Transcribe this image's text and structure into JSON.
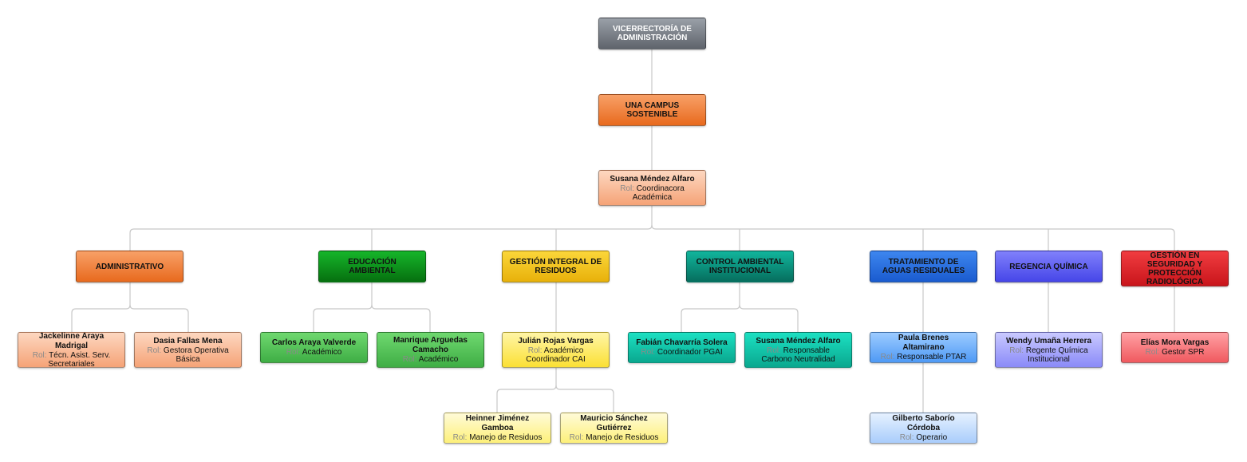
{
  "root": {
    "label": "VICERRECTORÍA DE ADMINISTRACIÓN"
  },
  "program": {
    "label": "UNA CAMPUS SOSTENIBLE"
  },
  "coordinator": {
    "name": "Susana Méndez Alfaro",
    "role_key": "Rol:",
    "role": "Coordinacora Académica"
  },
  "departments": [
    {
      "label": "ADMINISTRATIVO",
      "color": "#f07a34"
    },
    {
      "label": "EDUCACIÓN AMBIENTAL",
      "color": "#0f9a1c"
    },
    {
      "label": "GESTIÓN INTEGRAL DE RESIDUOS",
      "color": "#f2c418"
    },
    {
      "label": "CONTROL AMBIENTAL INSTITUCIONAL",
      "color": "#0a9b84"
    },
    {
      "label": "TRATAMIENTO DE AGUAS RESIDUALES",
      "color": "#2a72e0"
    },
    {
      "label": "REGENCIA QUÍMICA",
      "color": "#5b5cf0"
    },
    {
      "label": "GESTIÓN EN SEGURIDAD Y PROTECCIÓN RADIOLÓGICA",
      "color": "#e0262c"
    }
  ],
  "people": [
    {
      "name": "Jackelinne Araya Madrigal",
      "role_key": "Rol:",
      "role": "Técn. Asist. Serv. Secretariales"
    },
    {
      "name": "Dasia Fallas Mena",
      "role_key": "Rol:",
      "role": "Gestora Operativa Básica"
    },
    {
      "name": "Carlos Araya Valverde",
      "role_key": "Rol:",
      "role": "Académico"
    },
    {
      "name": "Manrique Arguedas Camacho",
      "role_key": "Rol:",
      "role": "Académico"
    },
    {
      "name": "Julián Rojas Vargas",
      "role_key": "Rol:",
      "role": "Académico Coordinador CAI"
    },
    {
      "name": "Fabián Chavarría Solera",
      "role_key": "Rol:",
      "role": "Coordinador PGAI"
    },
    {
      "name": "Susana Méndez Alfaro",
      "role_key": "Rol:",
      "role": "Responsable Carbono Neutralidad"
    },
    {
      "name": "Paula Brenes Altamirano",
      "role_key": "Rol:",
      "role": "Responsable PTAR"
    },
    {
      "name": "Wendy Umaña Herrera",
      "role_key": "Rol:",
      "role": "Regente Química Institucional"
    },
    {
      "name": "Elías Mora Vargas",
      "role_key": "Rol:",
      "role": "Gestor SPR"
    },
    {
      "name": "Heinner Jiménez Gamboa",
      "role_key": "Rol:",
      "role": "Manejo de Residuos"
    },
    {
      "name": "Mauricio Sánchez Gutiérrez",
      "role_key": "Rol:",
      "role": "Manejo de Residuos"
    },
    {
      "name": "Gilberto Saborío Córdoba",
      "role_key": "Rol:",
      "role": "Operario"
    }
  ]
}
